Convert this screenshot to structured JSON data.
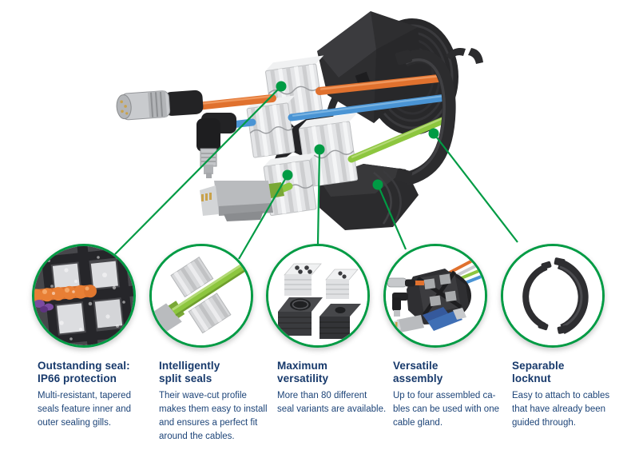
{
  "figure": {
    "subject": "split-cable-gland-exploded-view",
    "colors": {
      "accent_green": "#009b44",
      "heading_blue": "#17396b",
      "body_blue": "#1d4478",
      "cable_orange": "#e0712e",
      "cable_blue": "#4a94d4",
      "cable_green": "#8dc63f",
      "gland_black": "#2c2c2e",
      "seal_gray": "#e4e5e7"
    }
  },
  "features": [
    {
      "heading": "Outstanding seal:\nIP66 protection",
      "body": "Multi-resistant, tapered\nseals feature inner and\nouter sealing gills.",
      "thumbnail": "orange-cable-in-seal-with-water-droplets"
    },
    {
      "heading": "Intelligently\nsplit seals",
      "body": "Their wave-cut profile\nmakes them easy to install\nand ensures a perfect fit\naround the cables.",
      "thumbnail": "split-seal-halves-on-green-cable"
    },
    {
      "heading": "Maximum\nversatility",
      "body": "More than 80 different\nseal variants are available.",
      "thumbnail": "four-seal-variant-blocks"
    },
    {
      "heading": "Versatile\nassembly",
      "body": "Up to four assembled ca-\nbles can be used with one\ncable gland.",
      "thumbnail": "assembled-cable-gland-with-connectors"
    },
    {
      "heading": "Separable\nlocknut",
      "body": "Easy to attach to cables\nthat have already been\nguided through.",
      "thumbnail": "separable-locknut-halves"
    }
  ]
}
